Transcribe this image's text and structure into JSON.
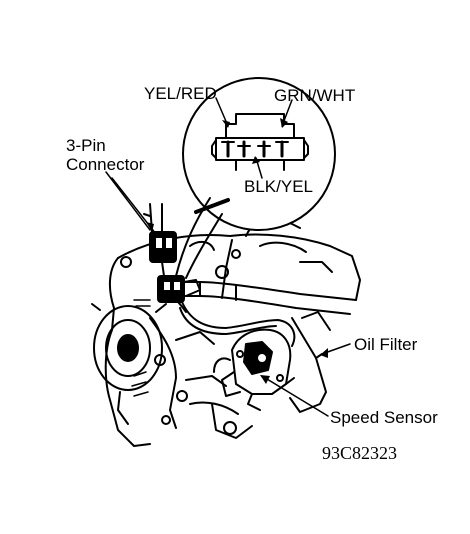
{
  "labels": {
    "pin1_wire": "YEL/RED",
    "pin3_wire": "GRN/WHT",
    "pin2_wire": "BLK/YEL",
    "connector_line1": "3-Pin",
    "connector_line2": "Connector",
    "oil_filter": "Oil Filter",
    "speed_sensor": "Speed Sensor"
  },
  "figure_code": "93C82323",
  "colors": {
    "ink": "#000000",
    "paper": "#ffffff"
  }
}
